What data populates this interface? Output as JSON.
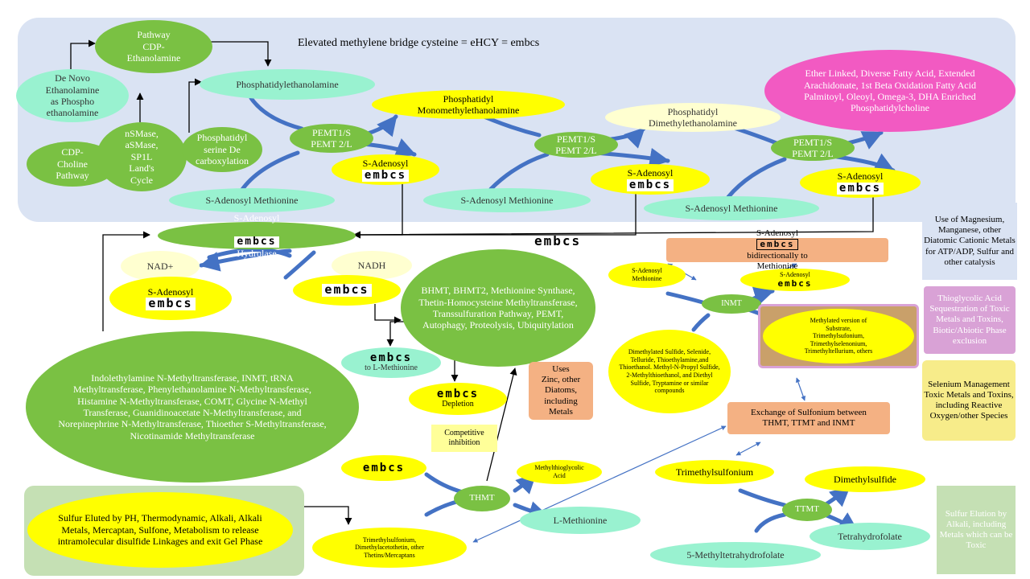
{
  "title": "Elevated methylene bridge cysteine = eHCY = embcs",
  "embcs": "embcs",
  "embcs_free": "embcs",
  "nodes": {
    "pathway_cdp_ethanolamine": "Pathway\nCDP-\nEthanolamine",
    "de_novo": "De Novo\nEthanolamine\nas Phospho\nethanolamine",
    "phosphatidylethanolamine": "Phosphatidylethanolamine",
    "cdp_choline": "CDP-\nCholine\nPathway",
    "nsmase": "nSMase,\naSMase,\nSP1L\n  Land's\nCycle",
    "ps_decarbox": "Phosphatidyl\nserine De\ncarboxylation",
    "pemt_1": "PEMT1/S\nPEMT 2/L",
    "pemt_2": "PEMT1/S\nPEMT 2/L",
    "pemt_3": "PEMT1/S\nPEMT 2/L",
    "ppme": "Phosphatidyl\nMonomethylethanolamine",
    "ppde": "Phosphatidyl\nDimethylethanolamine",
    "ether_linked": "Ether Linked, Diverse Fatty Acid, Extended Arachidonate, 1st Beta Oxidation Fatty Acid Palmitoyl, Oleoyl, Omega-3, DHA Enriched Phosphatidylcholine",
    "s_adenosyl": "S-Adenosyl",
    "sam": "S-Adenosyl Methionine",
    "hydrolase": "Hydrolase",
    "nad_plus": "NAD+",
    "nadh": "NADH",
    "bhmt": "BHMT, BHMT2, Methionine Synthase, Thetin-Homocysteine Methyltransferase, Transsulfuration Pathway, PEMT, Autophagy, Proteolysis, Ubiquitylation",
    "to_l_methionine": "to L-Methionine",
    "depletion": "Depletion",
    "competitive": "Competitive\ninhibition",
    "uses_zinc": "Uses\nZinc, other\nDiatoms,\nincluding\nMetals",
    "methyltransferases": "Indolethylamine N-Methyltransferase, INMT, tRNA Methyltransferase, Phenylethanolamine N-Methyltransferase, Histamine N-Methyltransferase, COMT, Glycine N-Methyl Transferase, Guanidinoacetate N-Methyltransferase, and Norepinephrine N-Methyltransferase, Thioether S-Methyltransferase, Nicotinamide Methyltransferase",
    "bidirectional_suffix": "bidirectionally to\nMethionine",
    "s_adenosyl_methionine_small": "S-Adenosyl\nMethionine",
    "inmt": "INMT",
    "methylated_version": "Methylated version of\nSubstrate,\nTrimethylsufonium,\nTrimethylselenonium,\nTrimethyltellurium,  others",
    "dimethylated": "Dimethylated Sulfide, Selenide, Telluride, Thioethylamine,and Thioethanol. Methyl-N-Propyl Sulfide, 2-Methylthioethanol, and Diethyl Sulfide, Tryptamine or similar compounds",
    "exchange": "Exchange of Sulfonium between\nTHMT, TTMT and INMT",
    "methylthioglycolic": "Methylthioglycolic\nAcid",
    "thmt": "THMT",
    "l_methionine": "L-Methionine",
    "trimethylsulfonium_thetins": "Trimethylsulfonium,\nDimethylacetothetin,  other\nThetins/Mercaptans",
    "trimethylsulfonium": "Trimethylsulfonium",
    "dimethylsulfide": "Dimethylsulfide",
    "ttmt": "TTMT",
    "tetrahydrofolate": "Tetrahydrofolate",
    "methyltetrahydrofolate": "5-Methyltetrahydrofolate",
    "sulfur_eluted": "Sulfur Eluted by PH, Thermodynamic, Alkali, Alkali Metals, Mercaptan, Sulfone, Metabolism to release intramolecular disulfide Linkages and exit Gel Phase",
    "magnesium": "Use of Magnesium, Manganese, other Diatomic Cationic Metals for ATP/ADP, Sulfur and other catalysis",
    "thioglycolic": "Thioglycolic Acid Sequestration of Toxic Metals and Toxins, Biotic/Abiotic Phase exclusion",
    "selenium": "Selenium Management Toxic Metals and Toxins, including Reactive Oxygen/other Species",
    "sulfur_elution": "Sulfur Elution by Alkali, including Metals which can be Toxic"
  },
  "colors": {
    "panel_top": "#dae3f3",
    "panel_bottom_left": "#c5e0b4",
    "green": "#7ac143",
    "mint": "#99f2d0",
    "yellow": "#ffff00",
    "pink": "#f25ac2",
    "orange": "#f4b183",
    "lavender": "#d9a2d6",
    "light_yellow": "#f7ec8a",
    "light_green": "#c5e0b4",
    "curve_blue": "#4472c4"
  }
}
